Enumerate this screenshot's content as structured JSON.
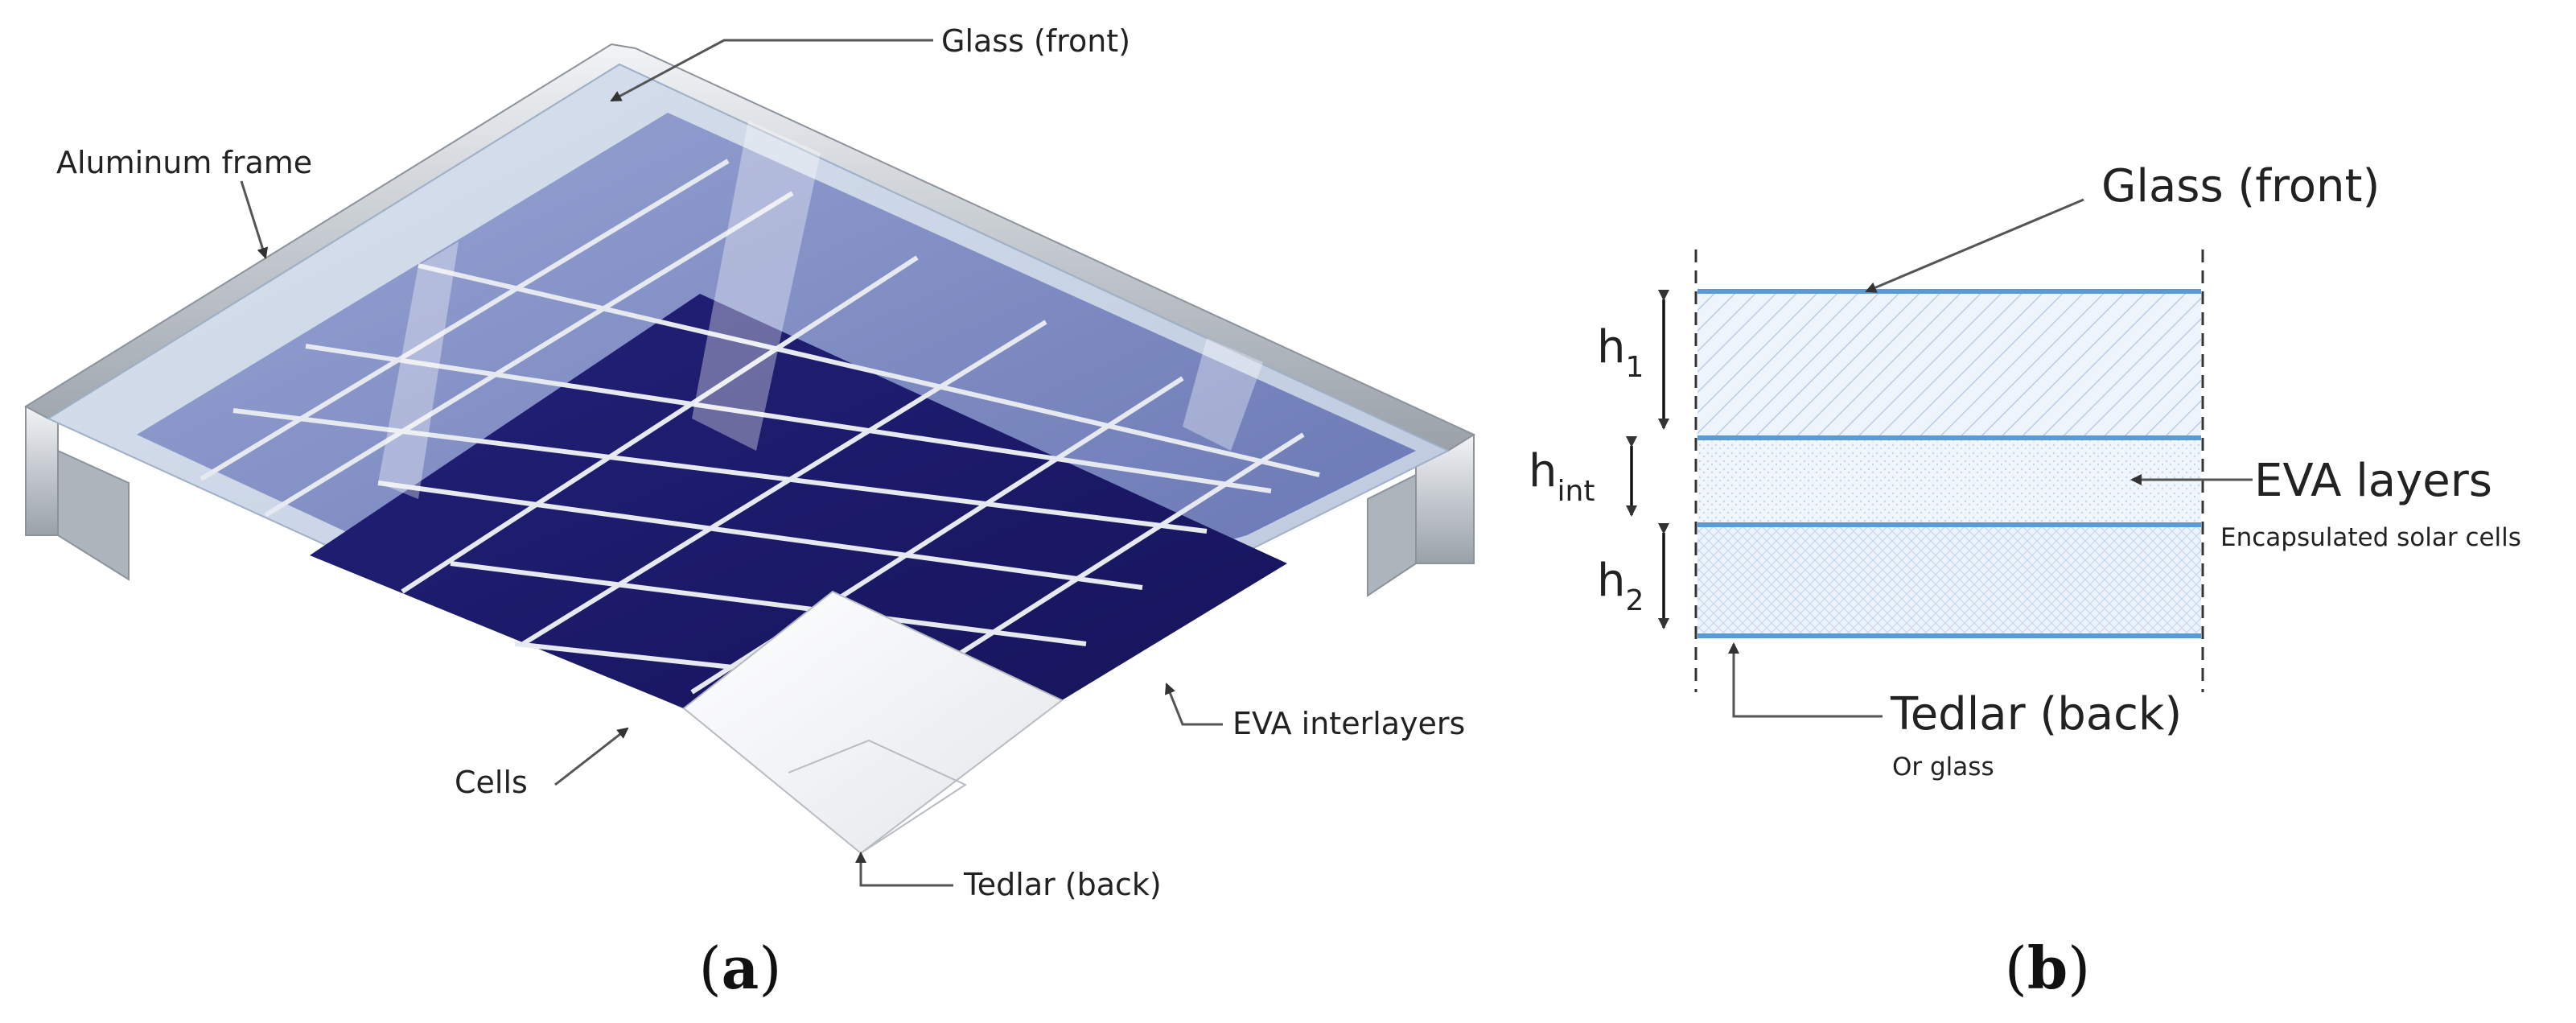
{
  "panel_a": {
    "labels": {
      "glass_front": "Glass (front)",
      "aluminum_frame": "Aluminum frame",
      "eva_interlayers": "EVA interlayers",
      "cells": "Cells",
      "tedlar_back": "Tedlar (back)"
    },
    "caption": {
      "open": "(",
      "letter": "a",
      "close": ")"
    }
  },
  "panel_b": {
    "labels": {
      "glass_front": "Glass (front)",
      "eva_layers": "EVA layers",
      "encapsulated": "Encapsulated solar cells",
      "tedlar_back": "Tedlar (back)",
      "or_glass": "Or glass"
    },
    "heights": {
      "h1": {
        "base": "h",
        "sub": "1"
      },
      "hint": {
        "base": "h",
        "sub": "int"
      },
      "h2": {
        "base": "h",
        "sub": "2"
      }
    },
    "caption": {
      "open": "(",
      "letter": "b",
      "close": ")"
    }
  },
  "colors": {
    "glass_line": "#5b9bd5",
    "glass_fill": "#eaf2fb",
    "cell_blue": "#1c1a6b",
    "cell_light": "#6f7fb8",
    "frame": "#c9ced4"
  }
}
